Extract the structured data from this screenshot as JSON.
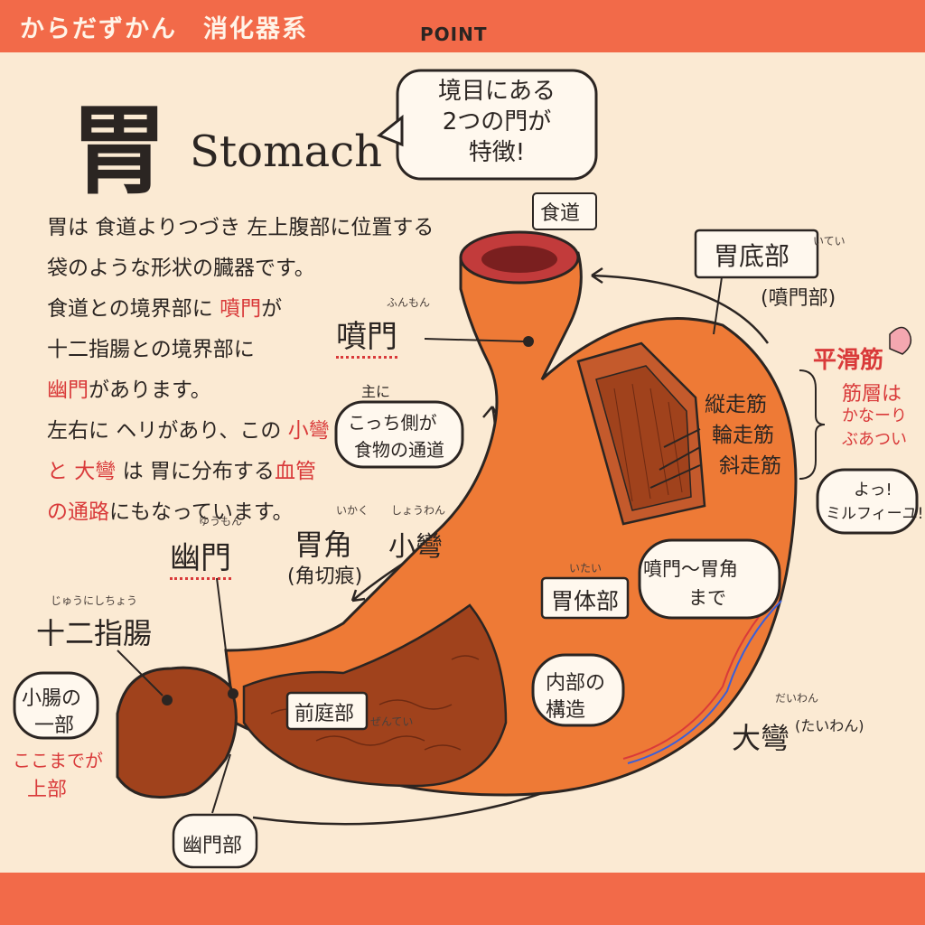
{
  "header": {
    "title": "からだずかん　消化器系"
  },
  "point": {
    "label": "POINT",
    "bubble": [
      "境目にある",
      "2つの門が",
      "特徴!"
    ]
  },
  "title": {
    "kanji": "胃",
    "english": "Stomach"
  },
  "description": {
    "line1": "胃は 食道よりつづき 左上腹部に位置する",
    "line2": "袋のような形状の臓器です。",
    "line3a": "食道との境界部に ",
    "line3b": "噴門",
    "line3c": "が",
    "line4": "十二指腸との境界部に",
    "line5a": "幽門",
    "line5b": "があります。",
    "line6a": "左右に ヘリがあり、この ",
    "line6b": "小彎",
    "line7a": "と 大彎",
    "line7b": " は 胃に分布する",
    "line7c": "血管",
    "line8a": "の通路",
    "line8b": "にもなっています。"
  },
  "labels": {
    "esophagus": "食道",
    "fundus": "胃底部",
    "fundus_reading": "いてい",
    "fundus_alt": "(噴門部)",
    "cardia": "噴門",
    "cardia_reading": "ふんもん",
    "smooth_muscle": "平滑筋",
    "muscle_layer_1": "筋層は",
    "muscle_layer_2": "かなーり",
    "muscle_layer_3": "ぶあつい",
    "longitudinal": "縦走筋",
    "circular": "輪走筋",
    "oblique": "斜走筋",
    "cheer_1": "よっ!",
    "cheer_2": "ミルフィーユ!",
    "mainly": "主に",
    "food_path_1": "こっち側が",
    "food_path_2": "食物の通道",
    "lesser_curvature": "小彎",
    "lesser_curvature_reading": "しょうわん",
    "angle": "胃角",
    "angle_reading": "いかく",
    "angle_alt": "(角切痕)",
    "pylorus": "幽門",
    "pylorus_reading": "ゆうもん",
    "duodenum": "十二指腸",
    "duodenum_reading": "じゅうにしちょう",
    "small_intestine_1": "小腸の",
    "small_intestine_2": "一部",
    "up_to_here_1": "ここまでが",
    "up_to_here_2": "上部",
    "body": "胃体部",
    "body_reading": "いたい",
    "body_range_1": "噴門〜胃角",
    "body_range_2": "まで",
    "antrum": "前庭部",
    "antrum_reading": "ぜんてい",
    "inner_1": "内部の",
    "inner_2": "構造",
    "greater_curvature": "大彎",
    "greater_curvature_reading": "だいわん",
    "greater_curvature_alt": "(たいわん)",
    "pyloric_part": "幽門部"
  },
  "colors": {
    "banner": "#f26a49",
    "background": "#fbead3",
    "stomach": "#ee7a36",
    "inner": "#a0421c",
    "accent_red": "#d93a3a"
  }
}
